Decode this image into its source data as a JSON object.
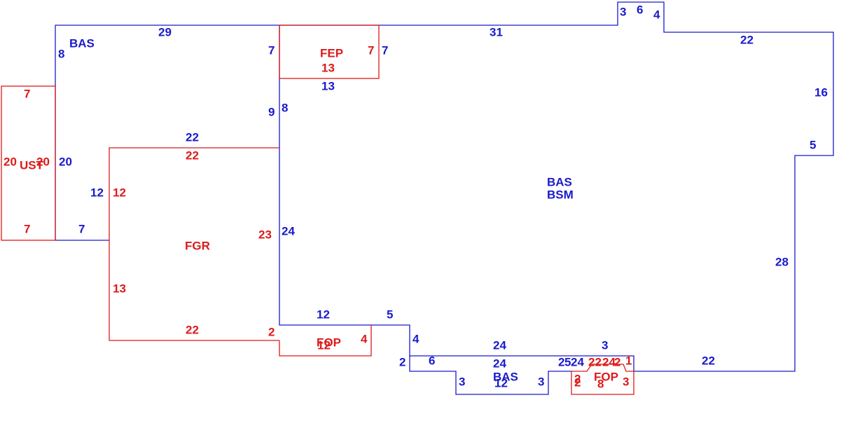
{
  "colors": {
    "blue": "#1a1acc",
    "red": "#dd1a1a",
    "background": "#ffffff"
  },
  "areas": {
    "bas_top": "BAS",
    "bas_main": "BAS",
    "bsm_main": "BSM",
    "bas_bottom": "BAS",
    "fep": "FEP",
    "fgr": "FGR",
    "ust": "UST",
    "fop_left": "FOP",
    "fop_right": "FOP"
  },
  "dims": {
    "d_29": "29",
    "d_8_left": "8",
    "d_7_bas_fep": "7",
    "d_31": "31",
    "d_3_top": "3",
    "d_6_top": "6",
    "d_4_top": "4",
    "d_22_right_top": "22",
    "d_16": "16",
    "d_5_right": "5",
    "d_28": "28",
    "d_22_bottom_right": "22",
    "d_7_fep_right_blue": "7",
    "d_13_fep_blue": "13",
    "d_9": "9",
    "d_8_mid": "8",
    "d_22_fgr_top_blue": "22",
    "d_20_blue": "20",
    "d_12_blue": "12",
    "d_7_bottom_left_blue": "7",
    "d_24": "24",
    "d_12_fop_top_blue": "12",
    "d_5_fop_top_blue": "5",
    "d_4_notch": "4",
    "d_2_notch": "2",
    "d_6_notch": "6",
    "d_24_top_notch": "24",
    "d_24_notch": "24",
    "d_3_notch_left": "3",
    "d_12_notch_bottom": "12",
    "d_3_notch_right": "3",
    "d_2_small": "2",
    "d_5_small": "5",
    "d_24_small": "24",
    "d_3_small_top": "3",
    "d_1_small": "1",
    "r_7_fep": "7",
    "r_13_fep": "13",
    "r_7_ust_top": "7",
    "r_7_ust_bottom": "7",
    "r_20_ust_left": "20",
    "r_20_ust_right": "20",
    "r_22_fgr_top": "22",
    "r_12_fgr": "12",
    "r_23_fgr": "23",
    "r_13_fgr": "13",
    "r_22_fgr_bottom": "22",
    "r_2_fgr": "2",
    "r_12_fop": "12",
    "r_4_fop": "4",
    "r_22_fop_right": "22",
    "r_24_fop_right": "24",
    "r_2_fop_right": "2",
    "r_8_fop_right": "8",
    "r_3_fop_right": "3",
    "r_1_fop_right": "1",
    "r_2_fop_right_b": "2",
    "r_2_fop_right_c": "2"
  }
}
